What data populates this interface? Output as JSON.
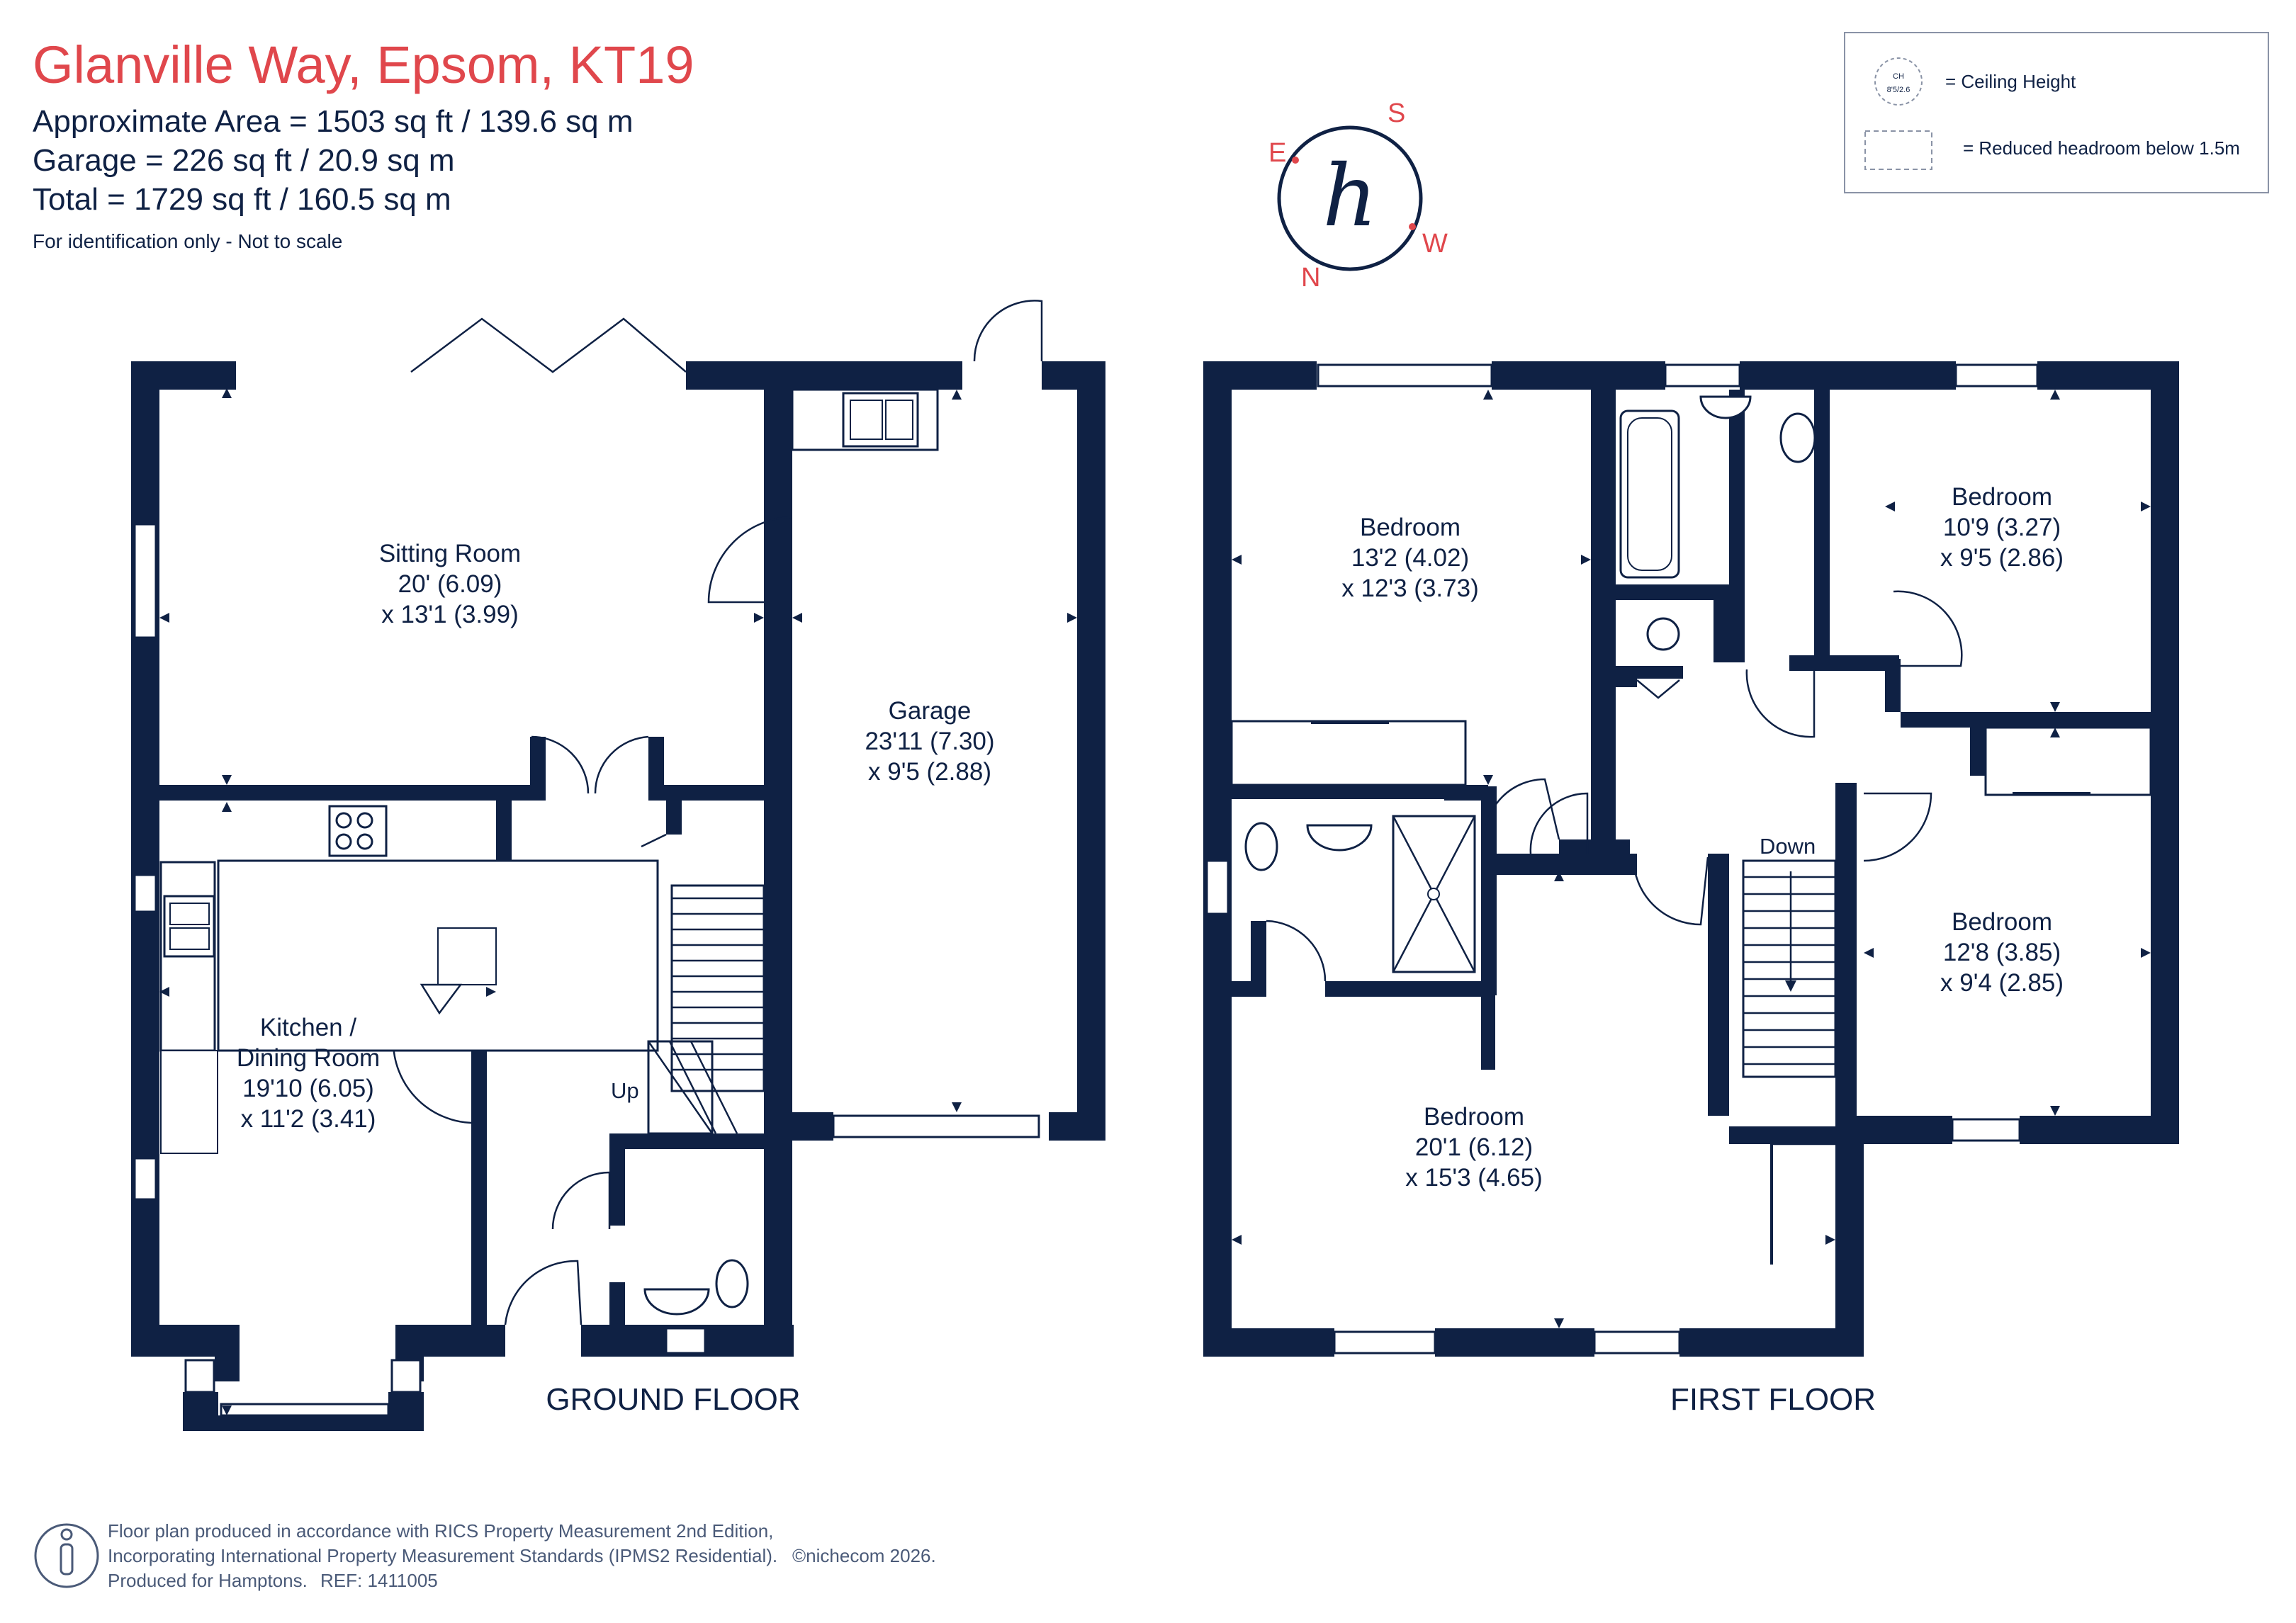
{
  "header": {
    "title": "Glanville Way, Epsom, KT19",
    "approx_area": "Approximate Area = 1503 sq ft / 139.6 sq m",
    "garage_area": "Garage = 226 sq ft / 20.9 sq m",
    "total_area": "Total = 1729 sq ft / 160.5 sq m",
    "disclaimer": "For identification only - Not to scale"
  },
  "compass": {
    "logo_letter": "h",
    "east": "E",
    "south": "S",
    "west": "W",
    "north": "N"
  },
  "legend": {
    "ceiling_symbol_top": "CH",
    "ceiling_symbol_bottom": "8'5/2.6",
    "ceiling_height": "= Ceiling Height",
    "reduced_headroom": "= Reduced headroom below 1.5m"
  },
  "ground_floor": {
    "label": "GROUND FLOOR",
    "stairs_label": "Up",
    "rooms": [
      {
        "name": "Sitting Room",
        "dim1": "20' (6.09)",
        "dim2": "x 13'1 (3.99)"
      },
      {
        "name": "Garage",
        "dim1": "23'11 (7.30)",
        "dim2": "x 9'5 (2.88)"
      },
      {
        "name": "Kitchen /",
        "name2": "Dining Room",
        "dim1": "19'10 (6.05)",
        "dim2": "x 11'2 (3.41)"
      }
    ]
  },
  "first_floor": {
    "label": "FIRST FLOOR",
    "stairs_label": "Down",
    "rooms": [
      {
        "name": "Bedroom",
        "dim1": "13'2 (4.02)",
        "dim2": "x 12'3 (3.73)"
      },
      {
        "name": "Bedroom",
        "dim1": "10'9 (3.27)",
        "dim2": "x 9'5 (2.86)"
      },
      {
        "name": "Bedroom",
        "dim1": "12'8 (3.85)",
        "dim2": "x 9'4 (2.85)"
      },
      {
        "name": "Bedroom",
        "dim1": "20'1 (6.12)",
        "dim2": "x 15'3 (4.65)"
      }
    ]
  },
  "footer": {
    "line1": "Floor plan produced in accordance with RICS Property Measurement 2nd Edition,",
    "line2": "Incorporating International Property Measurement Standards (IPMS2 Residential).",
    "copyright": "©nichecom 2026.",
    "line3": "Produced for Hamptons.",
    "ref": "REF:  1411005"
  }
}
